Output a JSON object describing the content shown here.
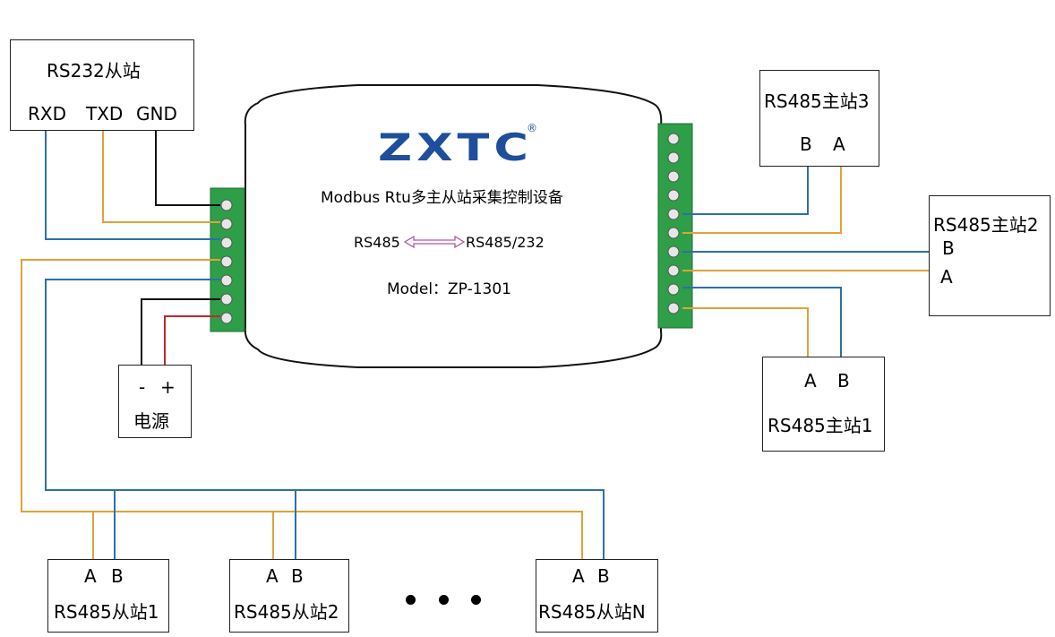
{
  "device": {
    "brand": "ZXTC",
    "registered": "®",
    "title": "Modbus Rtu多主从站采集控制设备",
    "conv_left": "RS485",
    "conv_right": "RS485/232",
    "model": "Model：ZP-1301"
  },
  "rs232_slave": {
    "title": "RS232从站",
    "rxd": "RXD",
    "txd": "TXD",
    "gnd": "GND"
  },
  "power": {
    "minus": "-",
    "plus": "+",
    "label": "电源"
  },
  "master3": {
    "title": "RS485主站3",
    "b": "B",
    "a": "A"
  },
  "master2": {
    "title": "RS485主站2",
    "b": "B",
    "a": "A"
  },
  "master1": {
    "title": "RS485主站1",
    "a": "A",
    "b": "B"
  },
  "slaves": [
    {
      "a": "A",
      "b": "B",
      "title": "RS485从站1"
    },
    {
      "a": "A",
      "b": "B",
      "title": "RS485从站2"
    },
    {
      "a": "A",
      "b": "B",
      "title": "RS485从站N"
    }
  ],
  "colors": {
    "blue": "#2e6fa7",
    "orange": "#e0a23a",
    "red": "#c0282d",
    "black": "#111111",
    "terminal": "#2e9e48",
    "brand": "#1f4e9c"
  }
}
